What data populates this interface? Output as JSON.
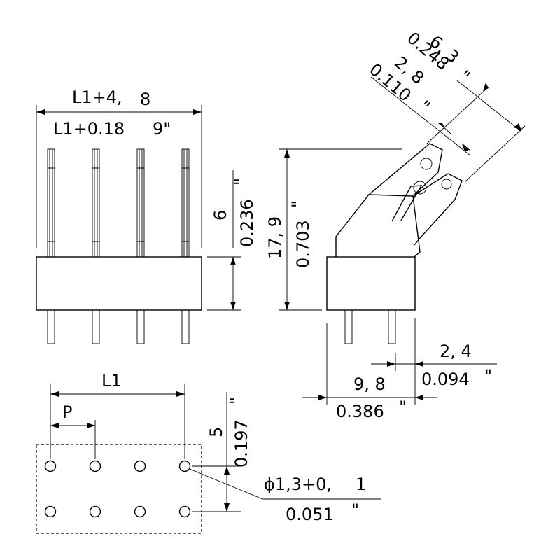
{
  "front_view": {
    "width_mm": "L1+4,",
    "width_mm_decimal": "8",
    "width_in": "L1+0.18",
    "width_in_decimal": "9\"",
    "height_mm": "6",
    "height_in": "0.236",
    "height_in_unit": "\""
  },
  "side_view": {
    "overall_height_mm": "17, 9",
    "overall_height_in": "0.703",
    "overall_height_in_unit": "\"",
    "tab_width_mm": "6, 3",
    "tab_width_in": "0.248",
    "tab_width_in_unit": "\"",
    "tab_thickness_mm": "2, 8",
    "tab_thickness_in": "0.110",
    "tab_thickness_in_unit": "\"",
    "base_width_mm": "9, 8",
    "base_width_in": "0.386",
    "base_width_in_unit": "\"",
    "pin_offset_mm": "2, 4",
    "pin_offset_in": "0.094",
    "pin_offset_in_unit": "\""
  },
  "hole_pattern": {
    "length_label": "L1",
    "pitch_label": "P",
    "row_spacing_mm": "5",
    "row_spacing_in": "0.197",
    "row_spacing_in_unit": "\"",
    "hole_dia_mm": "ϕ1,3+0,",
    "hole_dia_mm_decimal": "1",
    "hole_dia_in": "0.051",
    "hole_dia_in_unit": "\""
  }
}
